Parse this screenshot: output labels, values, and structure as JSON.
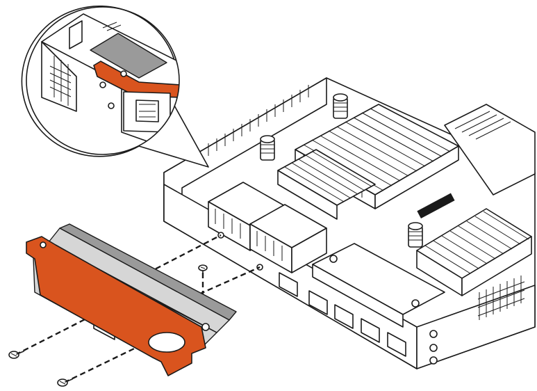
{
  "diagram": {
    "colors": {
      "line": "#1a1a1a",
      "bracket_orange": "#d9541e",
      "panel_grey": "#d6d6d6",
      "dark_grey": "#9a9a9a",
      "background": "#ffffff"
    },
    "parts": {
      "controller": "controller-module",
      "bracket": "faceplate-bracket",
      "screws": [
        "screw-icon",
        "screw-icon",
        "screw-icon",
        "screw-icon"
      ],
      "callout": "magnified-detail-callout"
    }
  }
}
